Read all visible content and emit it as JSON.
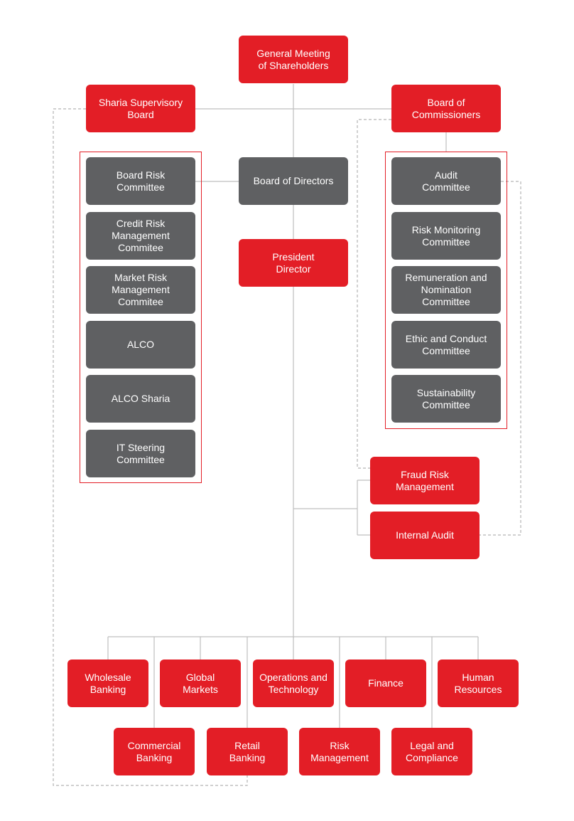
{
  "colors": {
    "primary": "#e31e26",
    "committee": "#5f6062",
    "line": "#bfbfbf",
    "dashed": "#b5b5b5"
  },
  "nodes": {
    "gms": "General Meeting\nof Shareholders",
    "sharia_board": "Sharia Supervisory\nBoard",
    "commissioners": "Board of\nCommissioners",
    "directors": "Board of Directors",
    "president": "President\nDirector",
    "fraud": "Fraud Risk\nManagement",
    "internal_audit": "Internal Audit"
  },
  "director_committees": [
    "Board Risk\nCommittee",
    "Credit Risk\nManagement\nCommitee",
    "Market Risk\nManagement\nCommitee",
    "ALCO",
    "ALCO Sharia",
    "IT Steering\nCommittee"
  ],
  "commissioner_committees": [
    "Audit\nCommittee",
    "Risk Monitoring\nCommittee",
    "Remuneration and\nNomination\nCommittee",
    "Ethic and Conduct\nCommittee",
    "Sustainability\nCommittee"
  ],
  "divisions_top": [
    "Wholesale\nBanking",
    "Global\nMarkets",
    "Operations and\nTechnology",
    "Finance",
    "Human\nResources"
  ],
  "divisions_bottom": [
    "Commercial\nBanking",
    "Retail\nBanking",
    "Risk\nManagement",
    "Legal and\nCompliance"
  ]
}
